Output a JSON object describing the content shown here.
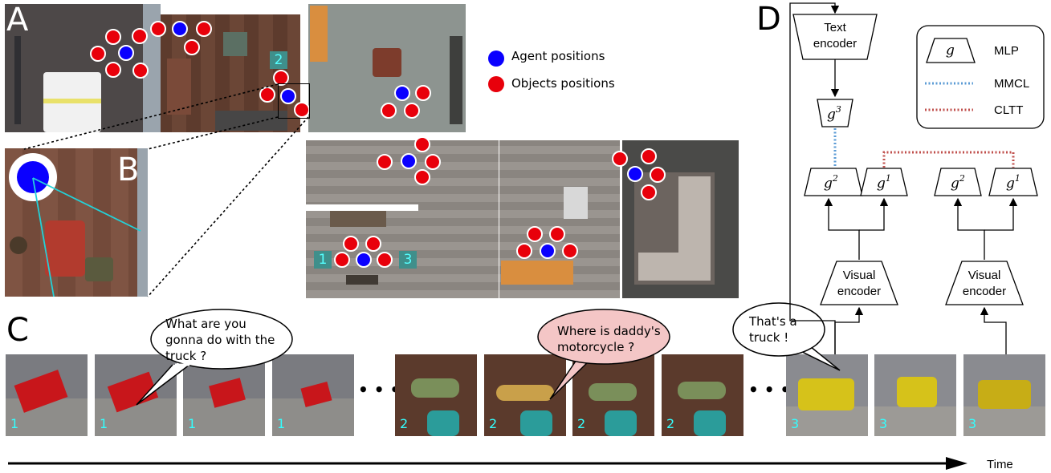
{
  "panels": {
    "A": "A",
    "B": "B",
    "C": "C",
    "D": "D"
  },
  "map_legend": {
    "agent": "Agent positions",
    "objects": "Objects positions"
  },
  "room_tags": [
    "2",
    "1",
    "3"
  ],
  "speech": {
    "bubble1_lines": [
      "What are you",
      "gonna do with the",
      "truck ?"
    ],
    "bubble2_lines": [
      "Where is daddy's",
      "motorcycle ?"
    ],
    "bubble3_lines": [
      "That's a",
      "truck !"
    ]
  },
  "frames": [
    {
      "n": "1"
    },
    {
      "n": "1"
    },
    {
      "n": "1"
    },
    {
      "n": "1"
    },
    {
      "n": "2"
    },
    {
      "n": "2"
    },
    {
      "n": "2"
    },
    {
      "n": "2"
    },
    {
      "n": "3"
    },
    {
      "n": "3"
    },
    {
      "n": "3"
    }
  ],
  "ellipsis": "• • •",
  "time_label": "Time",
  "network": {
    "text_encoder": [
      "Text",
      "encoder"
    ],
    "visual_encoder": [
      "Visual",
      "encoder"
    ],
    "g": "g",
    "sup1": "1",
    "sup2": "2",
    "sup3": "3",
    "legend": {
      "mlp": "MLP",
      "mmcl": "MMCL",
      "cltt": "CLTT"
    },
    "colors": {
      "mmcl": "#5b9bd5",
      "cltt": "#c0504d"
    }
  }
}
